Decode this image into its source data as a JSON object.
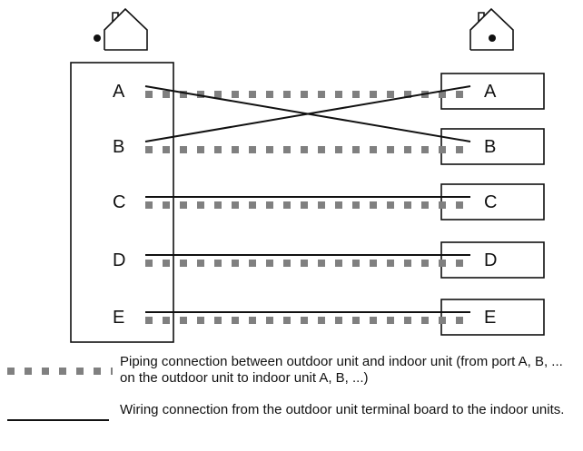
{
  "outdoor_ports": [
    "A",
    "B",
    "C",
    "D",
    "E"
  ],
  "indoor_units": [
    "A",
    "B",
    "C",
    "D",
    "E"
  ],
  "wiring": [
    {
      "from": "A",
      "to": "B"
    },
    {
      "from": "B",
      "to": "A"
    },
    {
      "from": "C",
      "to": "C"
    },
    {
      "from": "D",
      "to": "D"
    },
    {
      "from": "E",
      "to": "E"
    }
  ],
  "piping": [
    {
      "from": "A",
      "to": "A"
    },
    {
      "from": "B",
      "to": "B"
    },
    {
      "from": "C",
      "to": "C"
    },
    {
      "from": "D",
      "to": "D"
    },
    {
      "from": "E",
      "to": "E"
    }
  ],
  "legend": {
    "piping": "Piping connection between outdoor unit and indoor unit (from port A, B, ... on the outdoor unit to indoor unit A, B, ...)",
    "wiring": "Wiring connection from the outdoor unit terminal board to the indoor units."
  },
  "icons": {
    "outdoor": "house-outdoor-icon",
    "indoor": "house-indoor-icon"
  },
  "colors": {
    "line": "#111111",
    "piping": "#808080"
  }
}
